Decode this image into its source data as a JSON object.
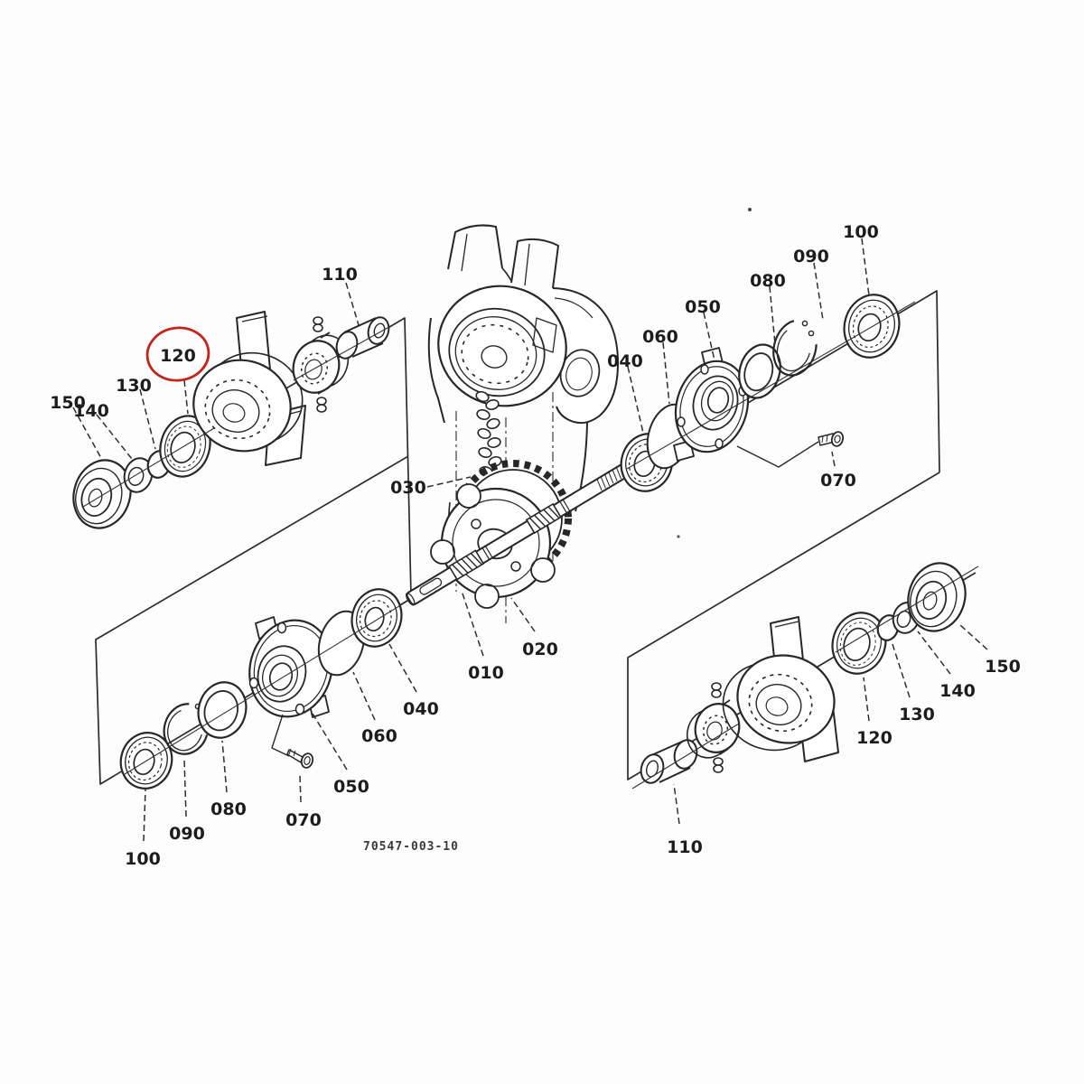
{
  "diagram": {
    "drawing_number": "70547-003-10",
    "highlighted_part": "120",
    "highlight_color": "#c3241c",
    "ink_color": "#272727",
    "background_color": "#fdfdfd",
    "description_labels_total": 27
  },
  "labels": {
    "ul": [
      "150",
      "140",
      "130",
      "120",
      "110"
    ],
    "chain": "030",
    "tr": [
      "040",
      "060",
      "050",
      "080",
      "090",
      "100",
      "070"
    ],
    "center": [
      "010",
      "020"
    ],
    "bl": [
      "100",
      "090",
      "080",
      "070",
      "050",
      "060",
      "040"
    ],
    "br": [
      "110",
      "120",
      "130",
      "140",
      "150"
    ]
  }
}
